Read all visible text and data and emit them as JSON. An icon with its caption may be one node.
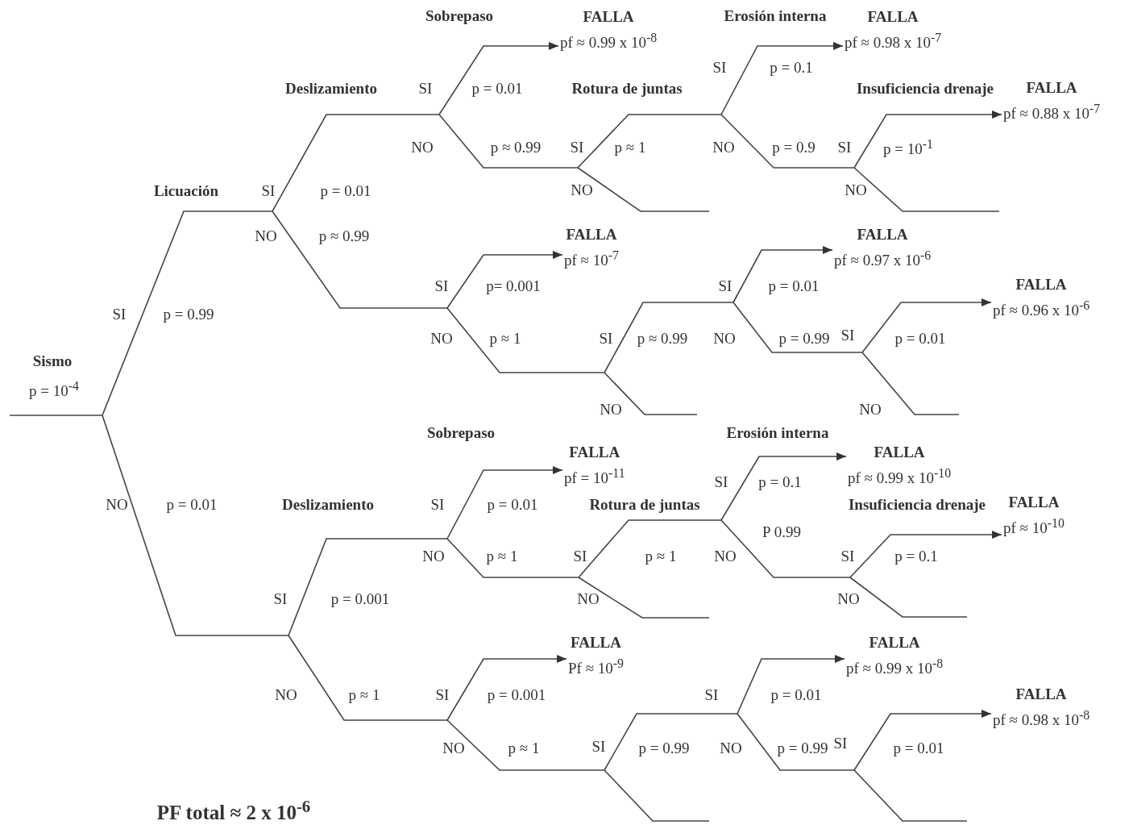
{
  "diagram": {
    "nodes": [
      {
        "text": [
          "FALLA",
          "pf ≈ 0.99 x 10$^{-8}$"
        ]
      },
      {
        "text": [
          "FALLA",
          "pf ≈ 0.98 x 10$^{-7}$"
        ]
      },
      {
        "text": [
          "FALLA",
          "pf ≈ 0.88 x 10$^{-7}$"
        ]
      },
      {
        "text": [
          "FALLA",
          "pf ≈ 10$^{-7}$"
        ]
      },
      {
        "text": [
          "FALLA",
          "pf ≈ 0.97 x 10$^{-6}$"
        ]
      },
      {
        "text": [
          "FALLA",
          "pf ≈ 0.96 x 10$^{-6}$"
        ]
      },
      {
        "text": [
          "FALLA",
          "pf = 10$^{-11}$"
        ]
      },
      {
        "text": [
          "FALLA",
          "pf ≈ 0.99 x 10$^{-10}$"
        ]
      },
      {
        "text": [
          "FALLA",
          "pf ≈ 10$^{-10}$"
        ]
      },
      {
        "text": [
          "FALLA",
          "Pf ≈ 10$^{-9}$"
        ]
      },
      {
        "text": [
          "FALLA",
          "pf ≈ 0.99 x 10$^{-8}$"
        ]
      },
      {
        "text": [
          "FALLA",
          "pf ≈ 0.98 x 10$^{-8}$"
        ]
      }
    ],
    "edges": [
      {
        "from": null,
        "to": 0,
        "arrow": "to"
      },
      {
        "from": null,
        "to": 1,
        "arrow": "to"
      },
      {
        "from": null,
        "to": 2,
        "arrow": "to"
      },
      {
        "from": null,
        "to": 3,
        "arrow": "to"
      },
      {
        "from": null,
        "to": 4,
        "arrow": "to"
      },
      {
        "from": null,
        "to": 5,
        "arrow": "to"
      },
      {
        "from": null,
        "to": 6,
        "arrow": "to"
      },
      {
        "from": null,
        "to": 7,
        "arrow": "to"
      },
      {
        "from": null,
        "to": 8,
        "arrow": "to"
      },
      {
        "from": null,
        "to": 9,
        "arrow": "to"
      },
      {
        "from": null,
        "to": 10,
        "arrow": "to"
      },
      {
        "from": null,
        "to": 11,
        "arrow": "to"
      }
    ],
    "labels": [
      "Sobrepaso",
      "Erosión interna",
      "Deslizamiento",
      "SI",
      "p = 0.01",
      "Rotura de juntas",
      "SI",
      "p = 0.1",
      "Insuficiencia drenaje",
      "NO",
      "p ≈ 0.99",
      "SI",
      "p ≈ 1",
      "NO",
      "p = 0.9",
      "SI",
      "p = 10$^{-1}$",
      "Licuación",
      "SI",
      "p = 0.01",
      "NO",
      "NO",
      "NO",
      "p ≈ 0.99",
      "SI",
      "p= 0.001",
      "SI",
      "p = 0.01",
      "SI",
      "p = 0.99",
      "NO",
      "p ≈ 1",
      "SI",
      "p ≈ 0.99",
      "NO",
      "p = 0.99",
      "SI",
      "p = 0.01",
      "Sismo",
      "p = 10$^{-4}$",
      "NO",
      "NO",
      "Sobrepaso",
      "Erosión interna",
      "SI",
      "p = 0.1",
      "NO",
      "p = 0.01",
      "Deslizamiento",
      "SI",
      "p = 0.01",
      "Rotura de juntas",
      "Insuficiencia drenaje",
      "P 0.99",
      "NO",
      "p ≈ 1",
      "SI",
      "p ≈ 1",
      "NO",
      "SI",
      "p = 0.1",
      "SI",
      "p = 0.001",
      "NO",
      "NO",
      "NO",
      "p ≈ 1",
      "SI",
      "p = 0.001",
      "SI",
      "p = 0.01",
      "NO",
      "p ≈ 1",
      "SI",
      "p = 0.99",
      "NO",
      "p = 0.99",
      "SI",
      "p = 0.01",
      "PF total ≈ 2 x 10$^{-6}$"
    ]
  }
}
